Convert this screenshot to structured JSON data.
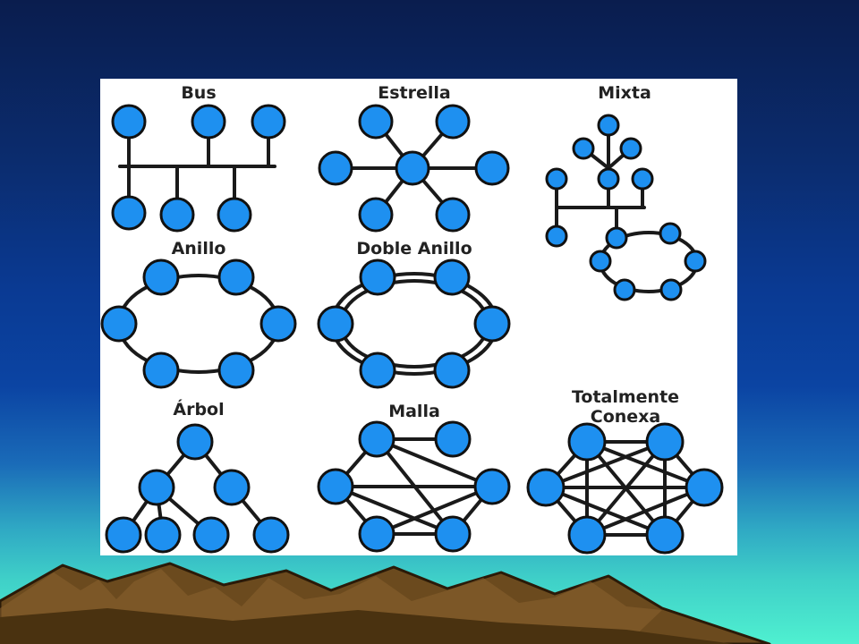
{
  "slide": {
    "colors": {
      "sky_top": "#0a1d4e",
      "sky_mid": "#0b44a3",
      "horizon": "#4ff0d0",
      "node_fill": "#1e90f0",
      "mountain": "#6b4a1e"
    }
  },
  "topologies": [
    {
      "id": "bus",
      "title_lines": [
        "Bus"
      ]
    },
    {
      "id": "estrella",
      "title_lines": [
        "Estrella"
      ]
    },
    {
      "id": "mixta",
      "title_lines": [
        "Mixta"
      ]
    },
    {
      "id": "anillo",
      "title_lines": [
        "Anillo"
      ]
    },
    {
      "id": "doble-anillo",
      "title_lines": [
        "Doble Anillo"
      ]
    },
    {
      "id": "arbol",
      "title_lines": [
        "Árbol"
      ]
    },
    {
      "id": "malla",
      "title_lines": [
        "Malla"
      ]
    },
    {
      "id": "totalmente-conexa",
      "title_lines": [
        "Totalmente",
        "Conexa"
      ]
    }
  ]
}
